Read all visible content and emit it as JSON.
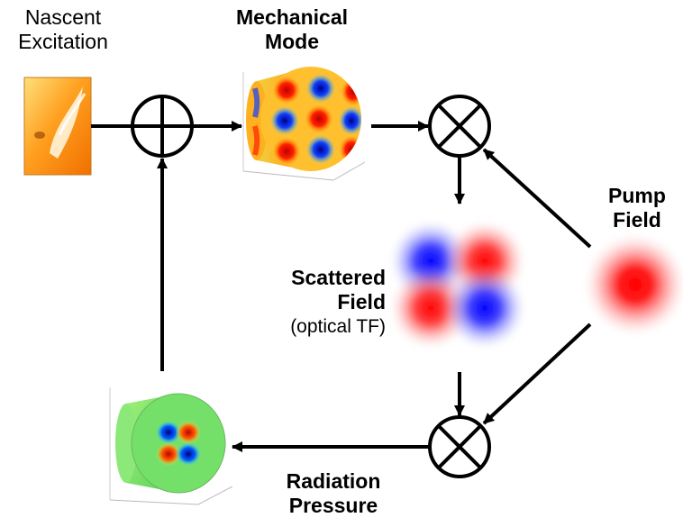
{
  "labels": {
    "nascent_line1": "Nascent",
    "nascent_line2": "Excitation",
    "mechanical_line1": "Mechanical",
    "mechanical_line2": "Mode",
    "pump_line1": "Pump",
    "pump_line2": "Field",
    "scattered_line1": "Scattered",
    "scattered_line2": "Field",
    "scattered_line3": "(optical TF)",
    "radiation_line1": "Radiation",
    "radiation_line2": "Pressure"
  },
  "colors": {
    "line": "#000000",
    "field_red": "#ff0000",
    "field_blue": "#0000ff",
    "mode_green": "#70e060"
  }
}
